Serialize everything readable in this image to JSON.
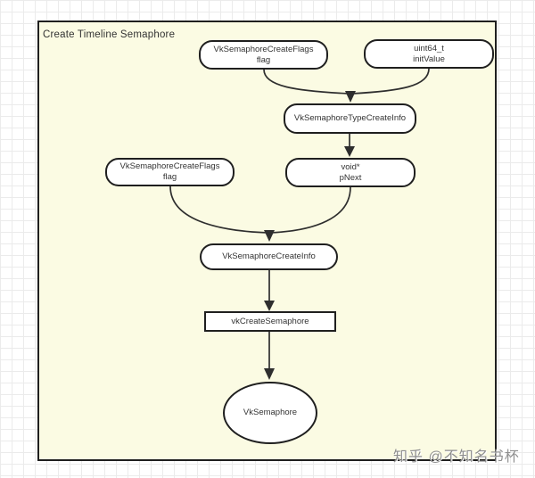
{
  "diagram": {
    "title": "Create Timeline Semaphore",
    "nodes": {
      "flag_top": {
        "line1": "VkSemaphoreCreateFlags",
        "line2": "flag"
      },
      "init_value": {
        "line1": "uint64_t",
        "line2": "initValue"
      },
      "type_create_info": {
        "label": "VkSemaphoreTypeCreateInfo"
      },
      "pnext": {
        "line1": "void*",
        "line2": "pNext"
      },
      "flag_left": {
        "line1": "VkSemaphoreCreateFlags",
        "line2": "flag"
      },
      "create_info": {
        "label": "VkSemaphoreCreateInfo"
      },
      "vk_create_semaphore": {
        "label": "vkCreateSemaphore"
      },
      "vk_semaphore": {
        "label": "VkSemaphore"
      }
    },
    "colors": {
      "canvas_fill": "#fbfbe3",
      "node_fill": "#ffffff",
      "node_border": "#1f1f1f",
      "edge": "#2e2e2e",
      "text": "#333333",
      "watermark": "#8e8e8e",
      "grid_line": "#ebebeb"
    }
  },
  "watermark": {
    "text": "知乎 @不知名书杯"
  }
}
